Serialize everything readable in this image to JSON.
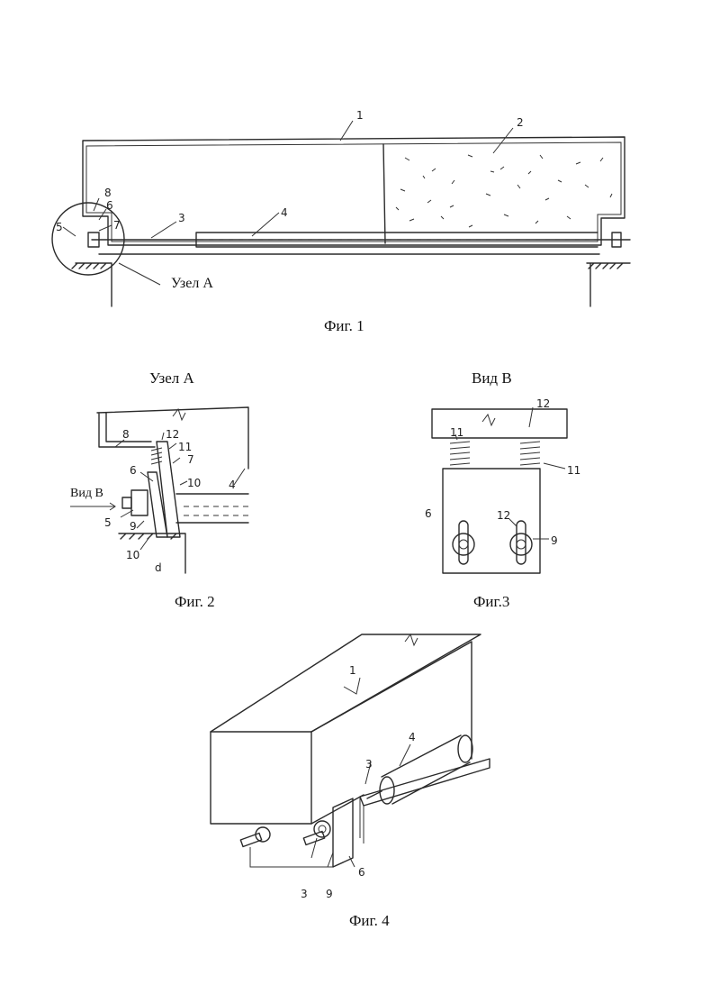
{
  "fig1": {
    "caption": "Фиг. 1",
    "node_label": "Узел А",
    "labels": [
      "1",
      "2",
      "3",
      "4",
      "5",
      "6",
      "7",
      "8"
    ]
  },
  "fig2": {
    "title": "Узел А",
    "caption": "Фиг. 2",
    "view_label": "Вид В",
    "labels": [
      "8",
      "12",
      "11",
      "7",
      "6",
      "10",
      "4",
      "5",
      "9",
      "10",
      "d"
    ]
  },
  "fig3": {
    "title": "Вид В",
    "caption": "Фиг.3",
    "labels": [
      "12",
      "11",
      "11",
      "6",
      "12",
      "9"
    ]
  },
  "fig4": {
    "caption": "Фиг. 4",
    "labels": [
      "1",
      "4",
      "3",
      "3",
      "9",
      "6"
    ]
  }
}
